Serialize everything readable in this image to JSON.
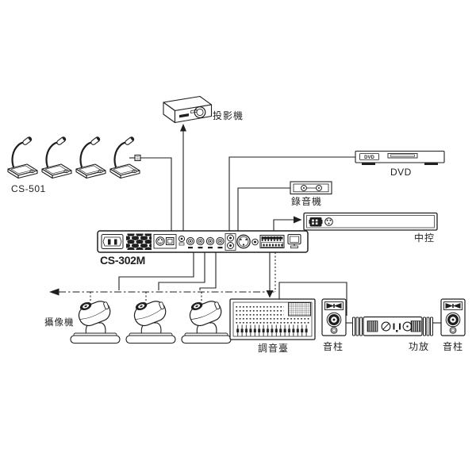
{
  "colors": {
    "line": "#1f1f1f",
    "background": "#ffffff"
  },
  "diagram": {
    "microphones": {
      "label": "CS-501",
      "count": 4
    },
    "projector": {
      "label": "投影機"
    },
    "dvd_player": {
      "label": "DVD",
      "front_badge": "DVD"
    },
    "recorder": {
      "label": "錄音機"
    },
    "central_control": {
      "label": "中控"
    },
    "main_unit": {
      "label": "CS-302M"
    },
    "cameras": {
      "label": "攝像機",
      "count": 3
    },
    "mixer": {
      "label": "調音臺"
    },
    "amplifier": {
      "label": "功放"
    },
    "speaker_left": {
      "label": "音柱"
    },
    "speaker_right": {
      "label": "音柱"
    }
  }
}
